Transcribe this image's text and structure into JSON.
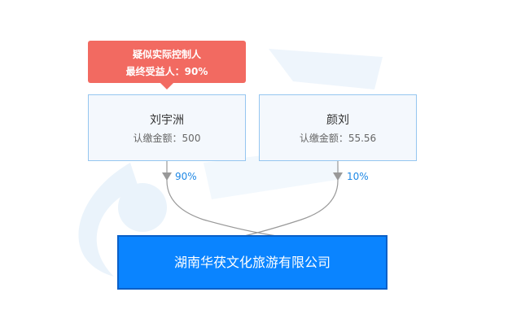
{
  "badge": {
    "line1": "疑似实际控制人",
    "line2": "最终受益人：90%"
  },
  "shareholders": [
    {
      "name": "刘宇洲",
      "amount": "认缴金额：500",
      "percent": "90%"
    },
    {
      "name": "颜刘",
      "amount": "认缴金额：55.56",
      "percent": "10%"
    }
  ],
  "company": {
    "name": "湖南华茯文化旅游有限公司"
  },
  "colors": {
    "badge": "#f26a61",
    "box_fill": "#f4f8fd",
    "box_border": "#95c6f0",
    "company_fill": "#0a84ff",
    "edge": "#999999",
    "percent_text": "#1e88e5"
  }
}
